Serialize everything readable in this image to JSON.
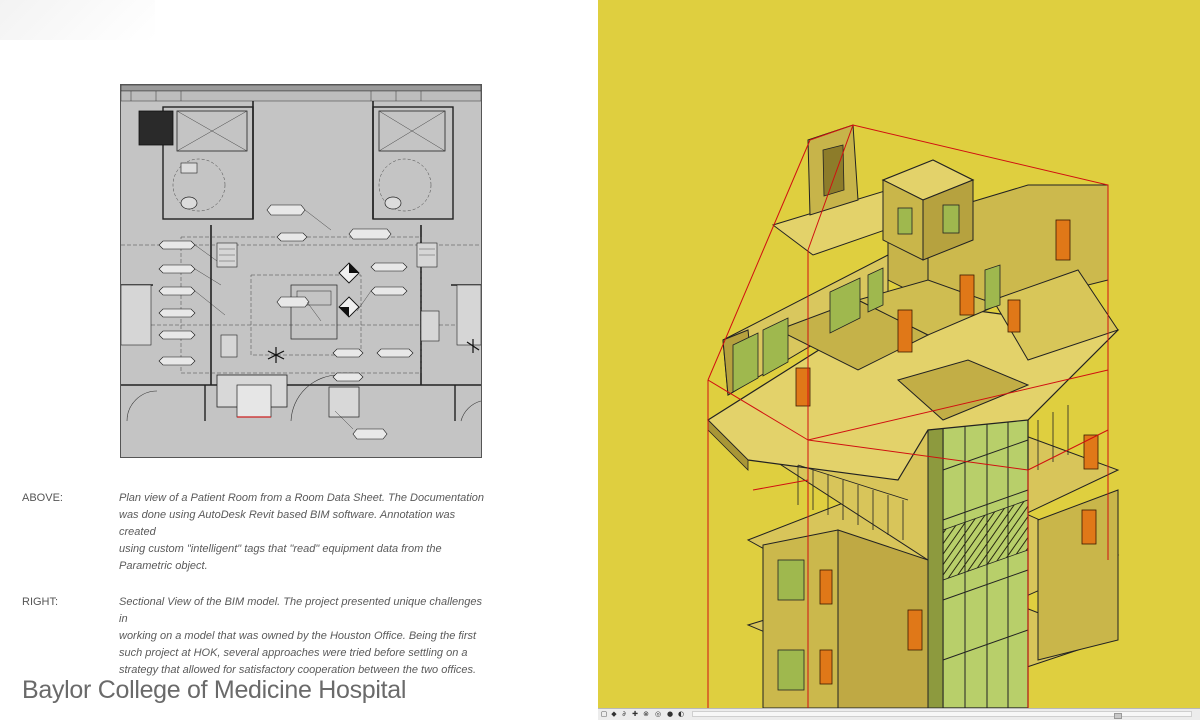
{
  "captions": {
    "above": {
      "label": "ABOVE:",
      "lines": [
        "Plan view of a Patient Room from a Room Data Sheet. The Documentation",
        "was done using AutoDesk Revit based BIM software. Annotation was created",
        "using custom \"intelligent\" tags that \"read\" equipment data from the",
        "Parametric object."
      ]
    },
    "right": {
      "label": "RIGHT:",
      "lines": [
        "Sectional View of the BIM model. The project presented unique challenges in",
        "working on a model that was owned by the Houston Office. Being the first",
        "such project at HOK, several approaches were tried before settling on a",
        "strategy that allowed for satisfactory cooperation between the two offices."
      ]
    }
  },
  "page_title": "Baylor College of Medicine Hospital",
  "colors": {
    "model_background": "#dfcf3f",
    "plan_background": "#c4c4c4",
    "section_box": "#d01010",
    "doors": "#e07818",
    "glazing": "#b8cf6a"
  },
  "status_bar": {
    "icons": [
      "page-icon",
      "cube-icon",
      "measure-icon",
      "crop-icon",
      "hide-icon",
      "render-icon",
      "bulb-icon",
      "reveal-icon"
    ],
    "scroll_position": 0.86
  }
}
